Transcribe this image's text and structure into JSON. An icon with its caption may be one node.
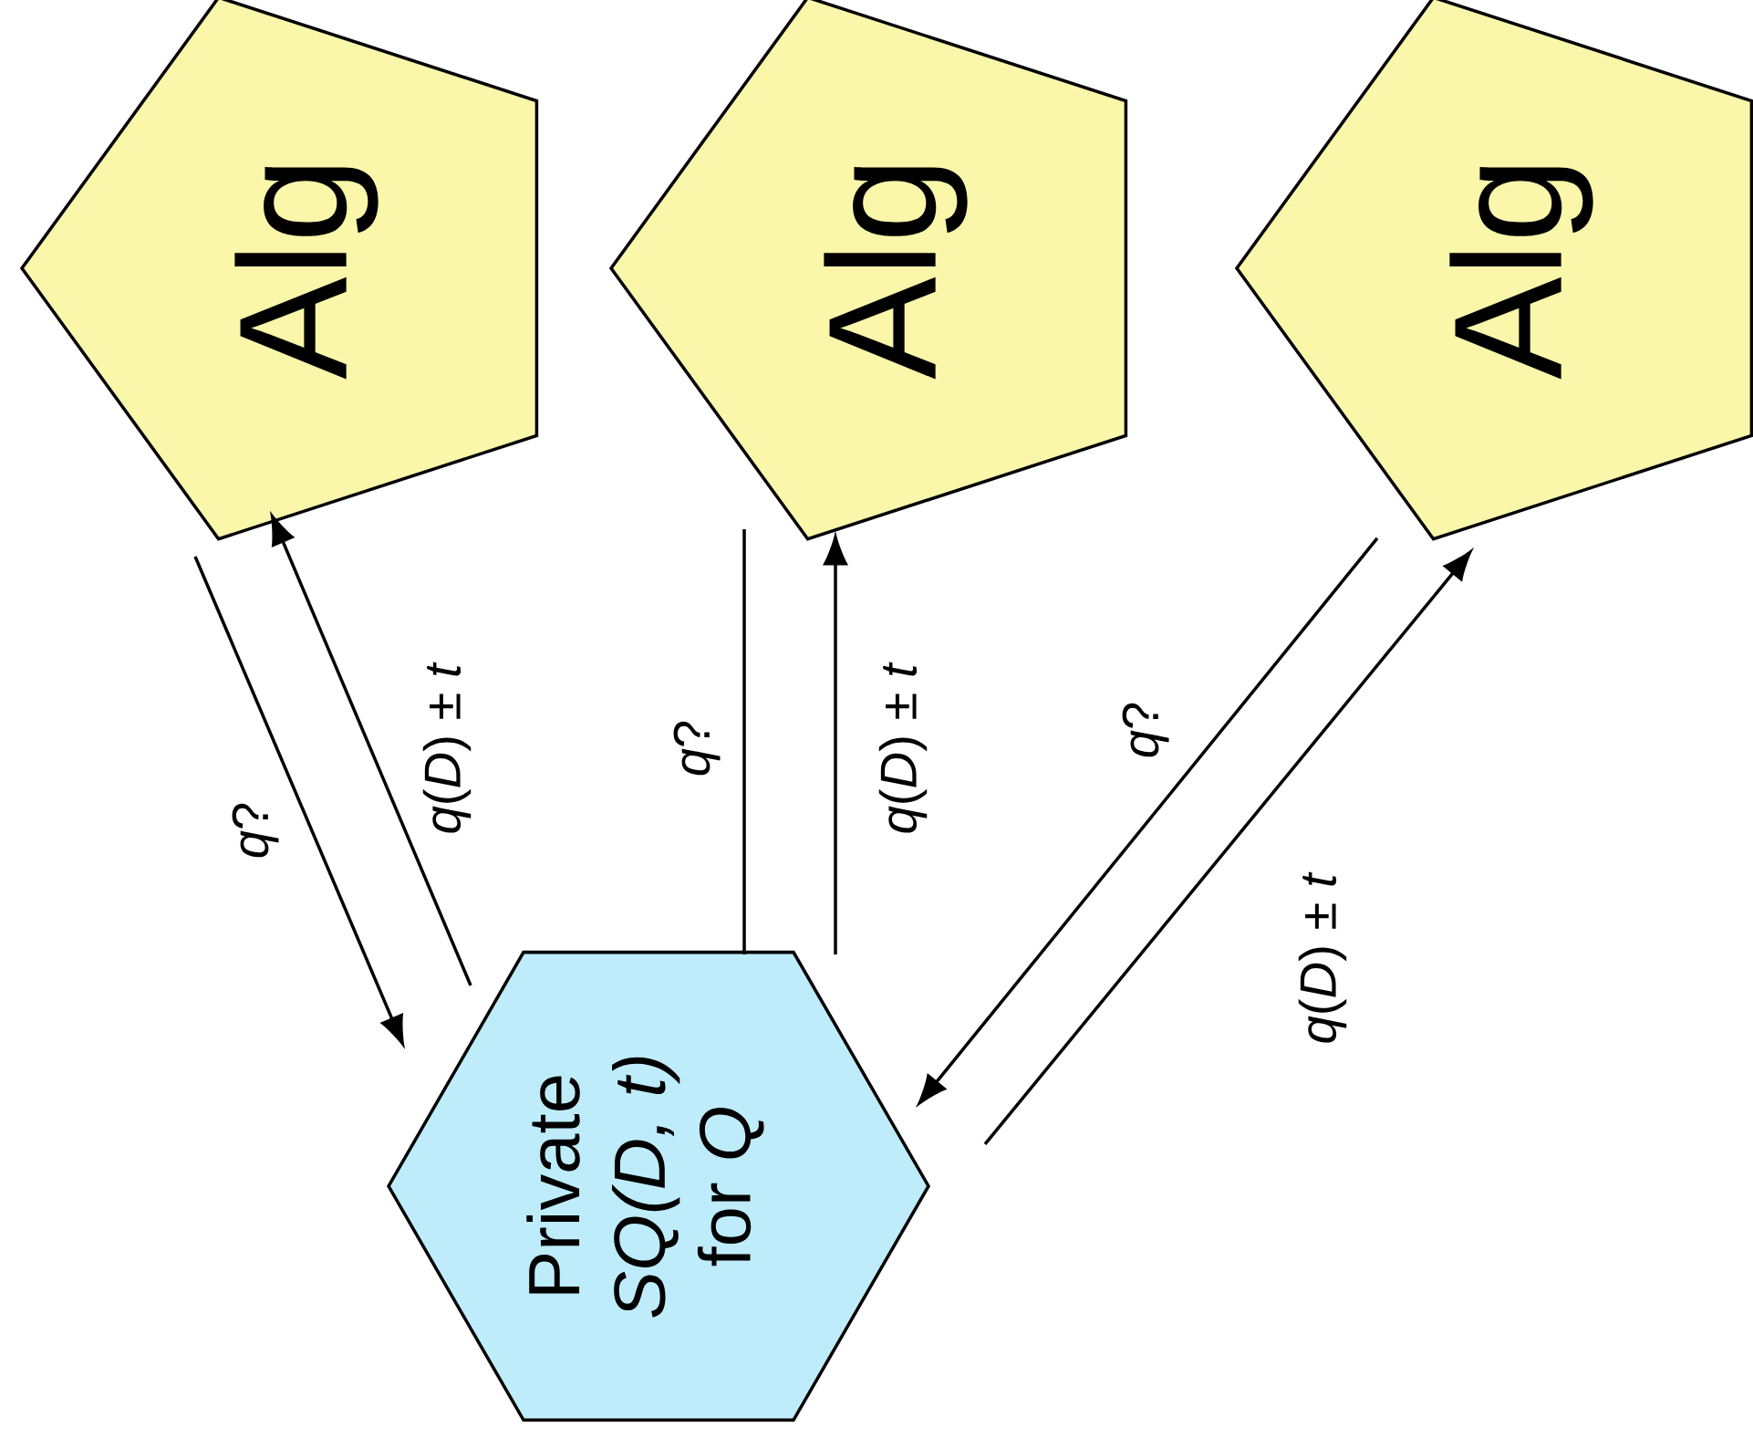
{
  "diagram": {
    "nodes": [
      {
        "text": [
          "Alg"
        ]
      },
      {
        "text": [
          "Alg"
        ]
      },
      {
        "text": [
          "Alg"
        ]
      },
      {
        "text": [
          "Private *SQ(D, t)* for *Q*"
        ]
      }
    ],
    "edges": [
      {
        "from": 0,
        "to": 3,
        "arrow": "to",
        "label": "*q*?"
      },
      {
        "from": 3,
        "to": 0,
        "arrow": "to",
        "label": "*q*(*D*) ± *t*"
      },
      {
        "from": 1,
        "to": 3,
        "arrow": "none",
        "label": "*q*?"
      },
      {
        "from": 3,
        "to": 1,
        "arrow": "to",
        "label": "*q*(*D*) ± *t*"
      },
      {
        "from": 2,
        "to": 3,
        "arrow": "to",
        "label": "*q*?"
      },
      {
        "from": 3,
        "to": 2,
        "arrow": "to",
        "label": "*q*(*D*) ± *t*"
      }
    ]
  }
}
